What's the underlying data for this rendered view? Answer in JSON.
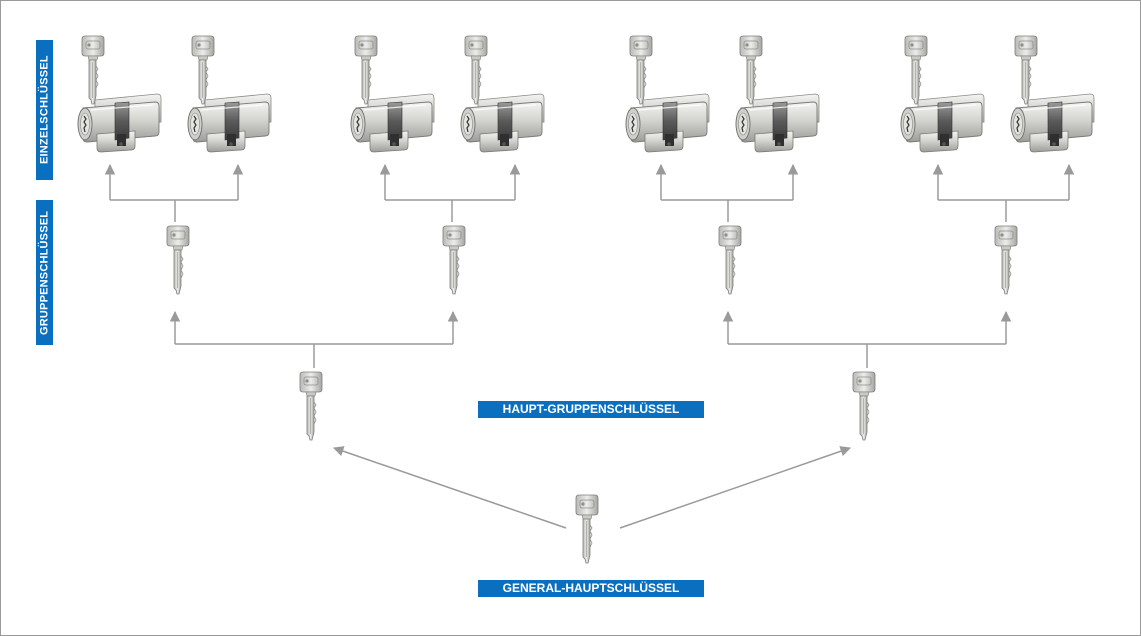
{
  "labels": {
    "einzel": "EINZELSCHLÜSSEL",
    "gruppen": "GRUPPENSCHLÜSSEL",
    "haupt_gruppen": "HAUPT-GRUPPENSCHLÜSSEL",
    "general": "GENERAL-HAUPTSCHLÜSSEL"
  },
  "colors": {
    "label_bg": "#0b6fc0",
    "label_text": "#ffffff",
    "connector": "#9a9a9a",
    "metal_light": "#e6e6e6",
    "metal_dark": "#8a8a8a"
  },
  "icons": {
    "key": "key-icon",
    "cylinder": "lock-cylinder-icon"
  },
  "hierarchy": {
    "general_keys": 1,
    "haupt_gruppen_keys": 2,
    "gruppen_keys": 4,
    "einzel_cylinders": 8,
    "einzel_keys": 8
  }
}
